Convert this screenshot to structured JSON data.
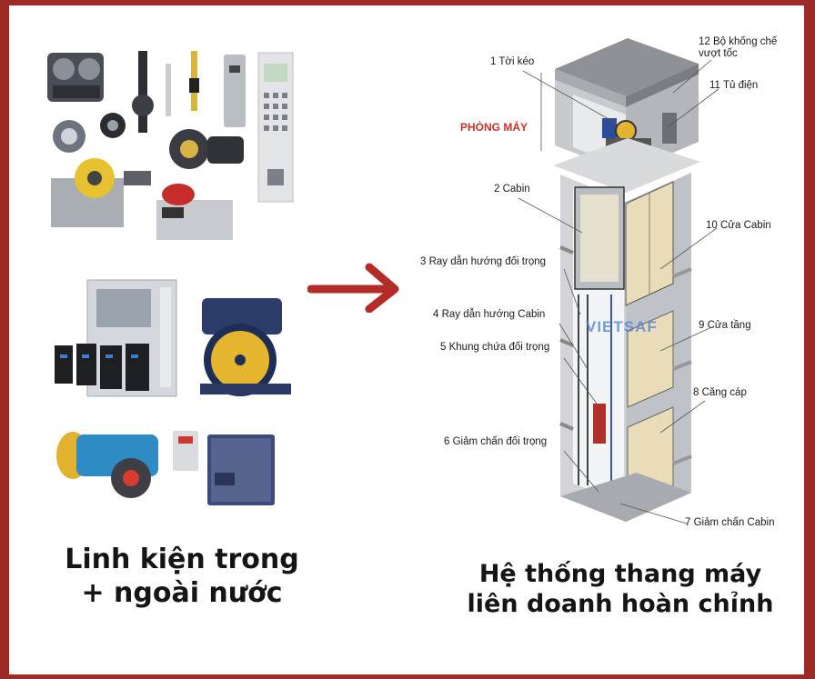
{
  "captions": {
    "left_line1": "Linh kiện trong",
    "left_line2": "+ ngoài nước",
    "right_line1": "Hệ thống thang máy",
    "right_line2": "liên doanh hoàn chỉnh"
  },
  "diagram": {
    "machine_room_label": "PHÒNG MÁY",
    "watermark": "VIETSAF",
    "parts": [
      {
        "num": "1",
        "name": "Tời kéo"
      },
      {
        "num": "2",
        "name": "Cabin"
      },
      {
        "num": "3",
        "name": "Ray dẫn hướng đối trọng"
      },
      {
        "num": "4",
        "name": "Ray dẫn hướng Cabin"
      },
      {
        "num": "5",
        "name": "Khung chứa đối trọng"
      },
      {
        "num": "6",
        "name": "Giảm chấn đối trọng"
      },
      {
        "num": "7",
        "name": "Giảm chấn Cabin"
      },
      {
        "num": "8",
        "name": "Căng  cáp"
      },
      {
        "num": "9",
        "name": "Cửa tầng"
      },
      {
        "num": "10",
        "name": "Cửa  Cabin"
      },
      {
        "num": "11",
        "name": "Tủ điện"
      },
      {
        "num": "12",
        "name": "Bộ khống chế vượt tốc"
      }
    ]
  },
  "colors": {
    "frame": "#9d2a25",
    "arrow": "#b42c28",
    "room_label": "#c8322b",
    "watermark": "#4c7fd4"
  }
}
